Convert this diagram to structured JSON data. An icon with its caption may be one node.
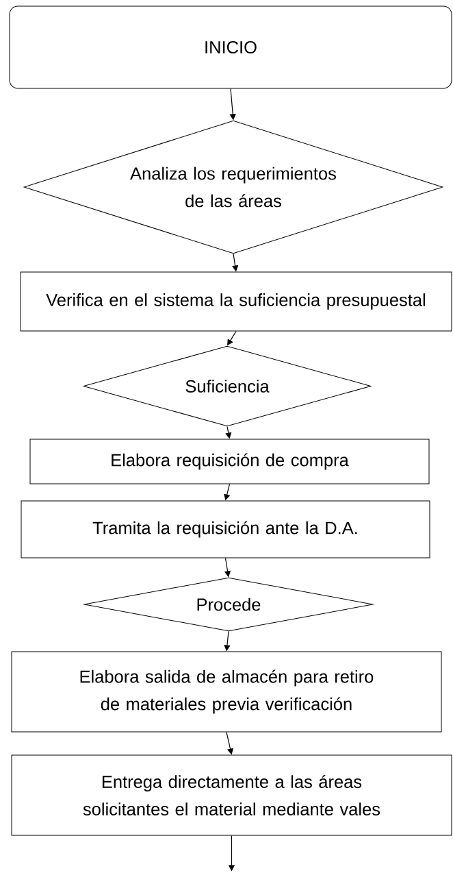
{
  "diagram": {
    "nodes": [
      {
        "text": [
          "INICIO"
        ]
      },
      {
        "text": [
          "Analiza los requerimientos de las áreas"
        ]
      },
      {
        "text": [
          "Verifica en el sistema la suficiencia presupuestal"
        ]
      },
      {
        "text": [
          "Suficiencia"
        ]
      },
      {
        "text": [
          "Elabora requisición de compra"
        ]
      },
      {
        "text": [
          "Tramita la requisición ante la  D.A."
        ]
      },
      {
        "text": [
          "Procede"
        ]
      },
      {
        "text": [
          "Elabora salida de almacén para retiro de materiales previa verificación"
        ]
      },
      {
        "text": [
          "Entrega directamente a las áreas solicitantes el material mediante vales"
        ]
      }
    ],
    "edges": [
      {
        "from": 0,
        "to": 1,
        "arrow": "to"
      },
      {
        "from": 1,
        "to": 2,
        "arrow": "to"
      },
      {
        "from": 2,
        "to": 3,
        "arrow": "to"
      },
      {
        "from": 3,
        "to": 4,
        "arrow": "to"
      },
      {
        "from": 4,
        "to": 5,
        "arrow": "to"
      },
      {
        "from": 5,
        "to": 6,
        "arrow": "to"
      },
      {
        "from": 6,
        "to": 7,
        "arrow": "to"
      },
      {
        "from": 7,
        "to": 8,
        "arrow": "to"
      },
      {
        "from": 8,
        "to": null,
        "arrow": "to"
      }
    ]
  }
}
